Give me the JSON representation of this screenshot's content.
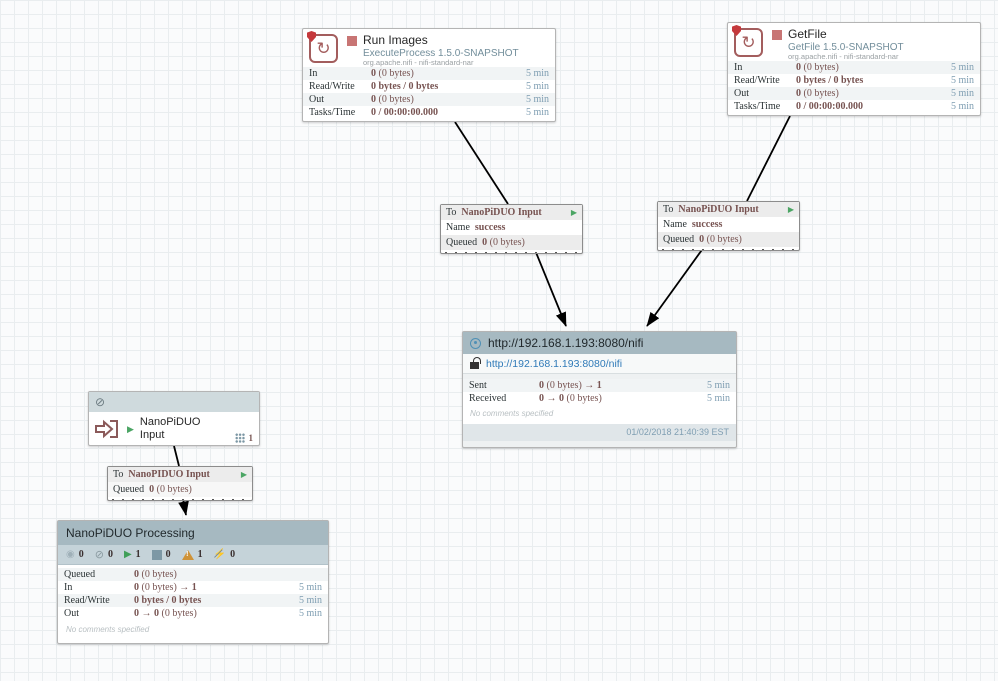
{
  "colors": {
    "value_maroon": "#775351",
    "time_blue": "#7f9eb2",
    "run_green": "#3f9f58",
    "header_gray_blue": "#a6b9c1",
    "link_blue": "#2f7ab8",
    "stopped_red": "#c87574",
    "invalid_orange": "#cf9338"
  },
  "processors": [
    {
      "title": "Run Images",
      "type": "ExecuteProcess 1.5.0-SNAPSHOT",
      "bundle": "org.apache.nifi - nifi-standard-nar",
      "stats": [
        {
          "label": "In",
          "b1": "0",
          "mid": " (0 bytes)",
          "b2": "",
          "time": "5 min"
        },
        {
          "label": "Read/Write",
          "b1": "0 bytes / 0 bytes",
          "mid": "",
          "b2": "",
          "time": "5 min"
        },
        {
          "label": "Out",
          "b1": "0",
          "mid": " (0 bytes)",
          "b2": "",
          "time": "5 min"
        },
        {
          "label": "Tasks/Time",
          "b1": "0 / 00:00:00.000",
          "mid": "",
          "b2": "",
          "time": "5 min"
        }
      ]
    },
    {
      "title": "GetFile",
      "type": "GetFile 1.5.0-SNAPSHOT",
      "bundle": "org.apache.nifi - nifi-standard-nar",
      "stats": [
        {
          "label": "In",
          "b1": "0",
          "mid": " (0 bytes)",
          "b2": "",
          "time": "5 min"
        },
        {
          "label": "Read/Write",
          "b1": "0 bytes / 0 bytes",
          "mid": "",
          "b2": "",
          "time": "5 min"
        },
        {
          "label": "Out",
          "b1": "0",
          "mid": " (0 bytes)",
          "b2": "",
          "time": "5 min"
        },
        {
          "label": "Tasks/Time",
          "b1": "0 / 00:00:00.000",
          "mid": "",
          "b2": "",
          "time": "5 min"
        }
      ]
    }
  ],
  "connections": [
    {
      "to": "To",
      "name": "NanoPiDUO Input",
      "name_label": "Name",
      "name_value": "success",
      "queued_label": "Queued",
      "queued_b": "0",
      "queued_rest": " (0 bytes)"
    },
    {
      "to": "To",
      "name": "NanoPiDUO Input",
      "name_label": "Name",
      "name_value": "success",
      "queued_label": "Queued",
      "queued_b": "0",
      "queued_rest": " (0 bytes)"
    },
    {
      "to": "To",
      "name": "NanoPIDUO Input",
      "queued_label": "Queued",
      "queued_b": "0",
      "queued_rest": " (0 bytes)"
    }
  ],
  "remote_group": {
    "title": "http://192.168.1.193:8080/nifi",
    "target_url": "http://192.168.1.193:8080/nifi",
    "stats": [
      {
        "label": "Sent",
        "b1": "0",
        "mid": " (0 bytes) → ",
        "b2": "1",
        "time": "5 min"
      },
      {
        "label": "Received",
        "b1": "0 → 0",
        "mid": " (0 bytes)",
        "b2": "",
        "time": "5 min"
      }
    ],
    "comment": "No comments specified",
    "last_refreshed": "01/02/2018 21:40:39 EST"
  },
  "input_port": {
    "name": "NanoPiDUO Input",
    "count": "1"
  },
  "process_group": {
    "title": "NanoPiDUO Processing",
    "badges": [
      {
        "name": "transmitting",
        "count": "0"
      },
      {
        "name": "not-transmitting",
        "count": "0"
      },
      {
        "name": "running",
        "count": "1"
      },
      {
        "name": "stopped",
        "count": "0"
      },
      {
        "name": "invalid",
        "count": "1"
      },
      {
        "name": "disabled",
        "count": "0"
      }
    ],
    "stats": [
      {
        "label": "Queued",
        "b1": "0",
        "mid": " (0 bytes)",
        "b2": "",
        "time": ""
      },
      {
        "label": "In",
        "b1": "0",
        "mid": " (0 bytes) → ",
        "b2": "1",
        "time": "5 min"
      },
      {
        "label": "Read/Write",
        "b1": "0 bytes / 0 bytes",
        "mid": "",
        "b2": "",
        "time": "5 min"
      },
      {
        "label": "Out",
        "b1": "0 → 0",
        "mid": " (0 bytes)",
        "b2": "",
        "time": "5 min"
      }
    ],
    "comment": "No comments specified"
  },
  "glyphs": {
    "processor_icon": "↻",
    "play_icon": "▶",
    "disabled_icon": "⊘",
    "bolt_icon": "⚡"
  }
}
